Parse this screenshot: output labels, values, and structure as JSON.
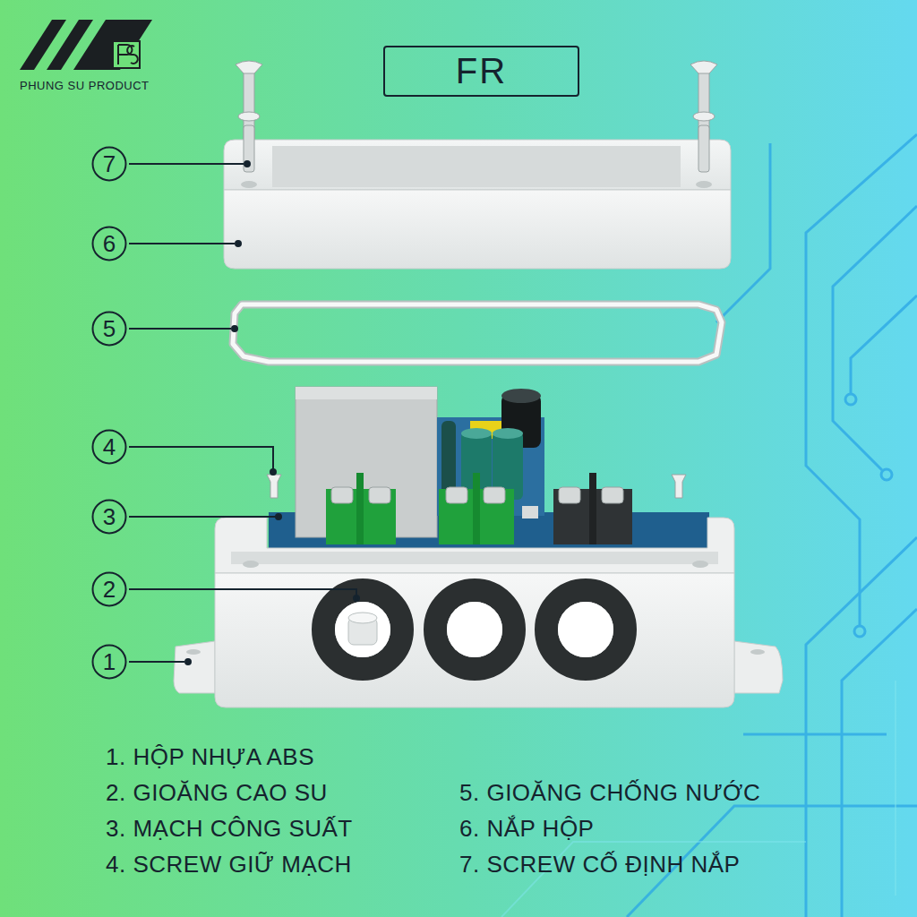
{
  "diagram": {
    "title": "FR",
    "nodes": [
      {
        "text": [
          "7"
        ]
      },
      {
        "text": [
          "6"
        ]
      },
      {
        "text": [
          "5"
        ]
      },
      {
        "text": [
          "4"
        ]
      },
      {
        "text": [
          "3"
        ]
      },
      {
        "text": [
          "2"
        ]
      },
      {
        "text": [
          "1"
        ]
      }
    ],
    "labels": [
      "PHUNG SU PRODUCT",
      "1. HỘP NHỰA ABS",
      "2. GIOĂNG CAO SU",
      "3. MẠCH CÔNG SUẤT",
      "4. SCREW GIỮ MẠCH",
      "5. GIOĂNG CHỐNG NƯỚC",
      "6. NẮP HỘP",
      "7. SCREW CỐ ĐỊNH NẮP"
    ]
  }
}
